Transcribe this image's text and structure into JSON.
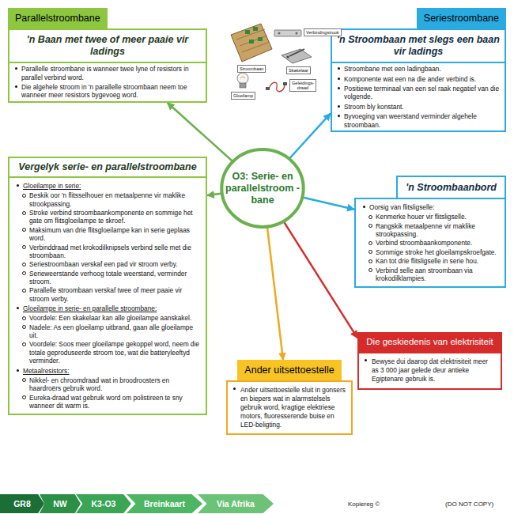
{
  "diagram": {
    "nodes": [
      {
        "text": [
          "Parallelstroombane",
          "'n Baan met twee of meer paaie vir ladings",
          "Parallelle stroombane is wanneer twee lyne of resistors in parallel verbind word.",
          "Die algehele stroom in 'n parallelle stroombaan neem toe wanneer meer resistors bygevoeg word."
        ]
      },
      {
        "text": [
          "Seriestroombane",
          "'n Stroombaan met slegs een baan vir ladings",
          "Stroombane met een ladingbaan.",
          "Komponente wat een na die ander verbind is.",
          "Positiewe terminaal van een sel raak negatief van die volgende.",
          "Stroom bly konstant.",
          "Byvoeging van weerstand verminder algehele stroombaan."
        ]
      },
      {
        "text": [
          "Vergelyk serie- en parallelstroombane",
          "Gloeilampe in serie:",
          "Beskik oor 'n flitsselhouer en metaalpenne vir maklike strookpassing.",
          "Stroke verbind stroombaankomponente en sommige het gate om flitsgloeilampe te skroef.",
          "Maksimum van drie flitsgloeilampe kan in serie geplaas word.",
          "Verbinddraad met krokodilknipsels verbind selle met die stroombaan.",
          "Seriestroombaan verskaf een pad vir stroom verby.",
          "Serieweerstande verhoog totale weerstand, verminder stroom.",
          "Parallelle stroombaan verskaf twee of meer paaie vir stroom verby.",
          "Gloeilampe in serie- en parallelle stroombane:",
          "Voordele: Een skakelaar kan alle gloeilampe aanskakel.",
          "Nadele: As een gloeilamp uitbrand, gaan alle gloeilampe uit.",
          "Voordele: Soos meer gloeilampe gekoppel word, neem die totale geproduseerde stroom toe, wat die batteryleeftyd verminder.",
          "Metaalresistors:",
          "Nikkel- en chroomdraad wat in broodroosters en haardroërs gebruik word.",
          "Eureka-draad wat gebruik word om polistireen te sny wanneer dit warm is."
        ]
      },
      {
        "text": [
          "O3: Serie- en parallelstroom -bane"
        ]
      },
      {
        "text": [
          "'n Stroombaanbord",
          "Oorsig van flitsligselle:",
          "Kenmerke houer vir flitsligselle.",
          "Rangskik metaalpenne vir maklike strookpassing.",
          "Verbind stroombaankomponente.",
          "Sommige stroke het gloeilampskroefgate.",
          "Kan tot drie flitsligselle in serie hou.",
          "Verbind selle aan stroombaan via krokodilklampies."
        ]
      },
      {
        "text": [
          "Die geskiedenis van elektrisiteit",
          "Bewyse dui daarop dat elektrisiteit meer as 3 000 jaar gelede deur antieke Egiptenare gebruik is."
        ]
      },
      {
        "text": [
          "Ander uitsettoestelle",
          "Ander uitsettoestelle sluit in gonsers en biepers wat in alarmstelsels gebruik word, kragtige elektriese motors, fluoresserende buise en LED-beligting."
        ]
      },
      {
        "text": [
          "GR8"
        ]
      },
      {
        "text": [
          "NW"
        ]
      },
      {
        "text": [
          "K3-O3"
        ]
      },
      {
        "text": [
          "Breinkaart"
        ]
      },
      {
        "text": [
          "Via Afrika"
        ]
      }
    ],
    "edges": [
      {
        "from": 3,
        "to": 0,
        "arrow": "to"
      },
      {
        "from": 3,
        "to": 1,
        "arrow": "to"
      },
      {
        "from": 3,
        "to": 2,
        "arrow": "to"
      },
      {
        "from": 3,
        "to": 4,
        "arrow": "to"
      },
      {
        "from": 3,
        "to": 5,
        "arrow": "to"
      },
      {
        "from": 3,
        "to": 6,
        "arrow": "to"
      }
    ],
    "labels": [
      "Verbindingstrook",
      "Stroombaan",
      "Skakelaar",
      "Gloeilamp",
      "Geleidings- draad",
      "Kopiereg ©",
      "(DO NOT COPY)"
    ]
  }
}
